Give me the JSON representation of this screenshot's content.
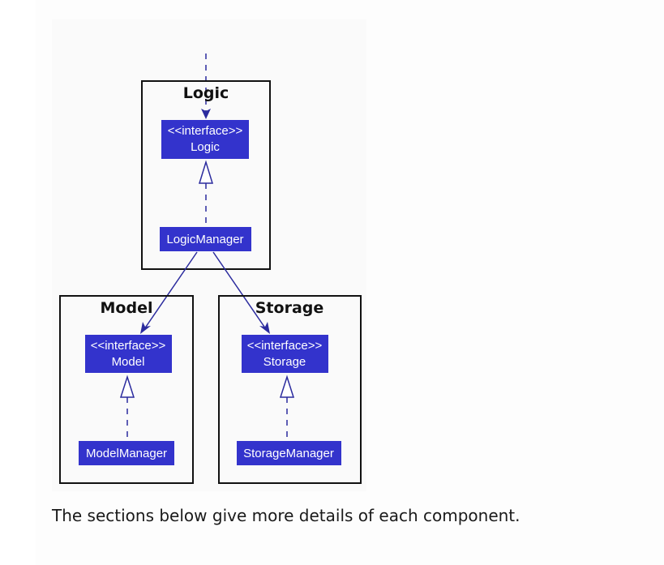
{
  "diagram": {
    "packages": {
      "logic": "Logic",
      "model": "Model",
      "storage": "Storage"
    },
    "classes": {
      "logic_interface_stereotype": "<<interface>>",
      "logic_interface_name": "Logic",
      "logic_manager": "LogicManager",
      "model_interface_stereotype": "<<interface>>",
      "model_interface_name": "Model",
      "model_manager": "ModelManager",
      "storage_interface_stereotype": "<<interface>>",
      "storage_interface_name": "Storage",
      "storage_manager": "StorageManager"
    },
    "colors": {
      "class_fill": "#3333cc",
      "arrow": "#2b2b9e"
    }
  },
  "caption": "The sections below give more details of each component."
}
